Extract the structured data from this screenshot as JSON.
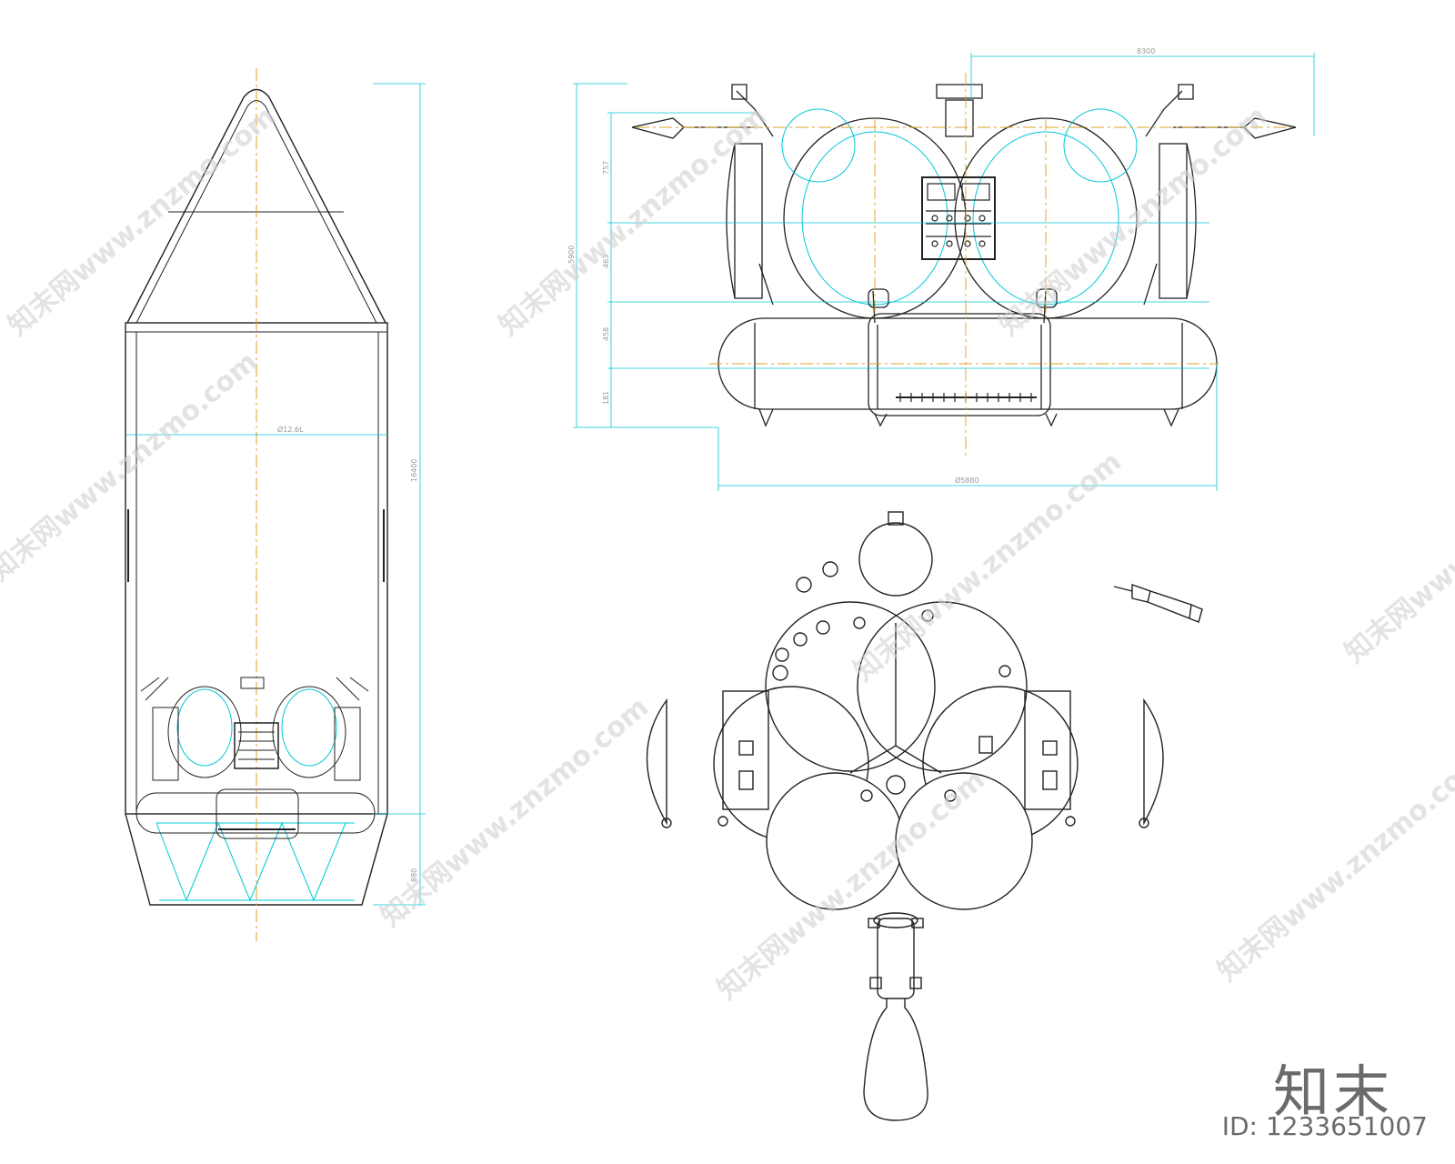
{
  "dimensions": {
    "fairing_diameter": "Ø12.6L",
    "fairing_height": "16400",
    "fairing_bottom": "880",
    "elev_top_width": "8300",
    "elev_height": "5900",
    "elev_seg1": "757",
    "elev_seg2": "463",
    "elev_seg3": "458",
    "elev_seg4": "181",
    "elev_base_width": "Ø5880"
  },
  "watermark": {
    "text": "知末网www.znzmo.com"
  },
  "brand": {
    "logo": "知末",
    "id_label": "ID: 1233651007"
  },
  "colors": {
    "line": "#222222",
    "cyan": "#00c8d8",
    "center": "#e0a020",
    "dimension": "#8a8a8a"
  }
}
